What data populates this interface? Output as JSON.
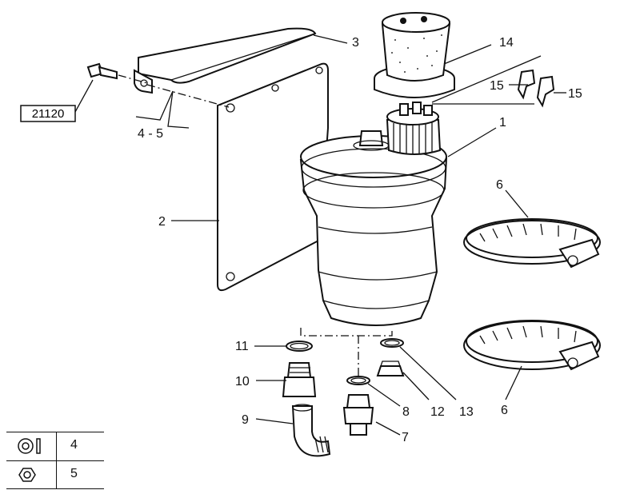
{
  "callouts": {
    "c1": "1",
    "c2": "2",
    "c3": "3",
    "c4_5": "4 - 5",
    "c6a": "6",
    "c6b": "6",
    "c7": "7",
    "c8": "8",
    "c9": "9",
    "c10": "10",
    "c11": "11",
    "c12": "12",
    "c13": "13",
    "c14": "14",
    "c15a": "15",
    "c15b": "15"
  },
  "reference_box": "21120",
  "legend": {
    "rows": [
      {
        "number": "4",
        "icon": "washer-and-pin-icon"
      },
      {
        "number": "5",
        "icon": "hex-nut-icon"
      }
    ]
  }
}
